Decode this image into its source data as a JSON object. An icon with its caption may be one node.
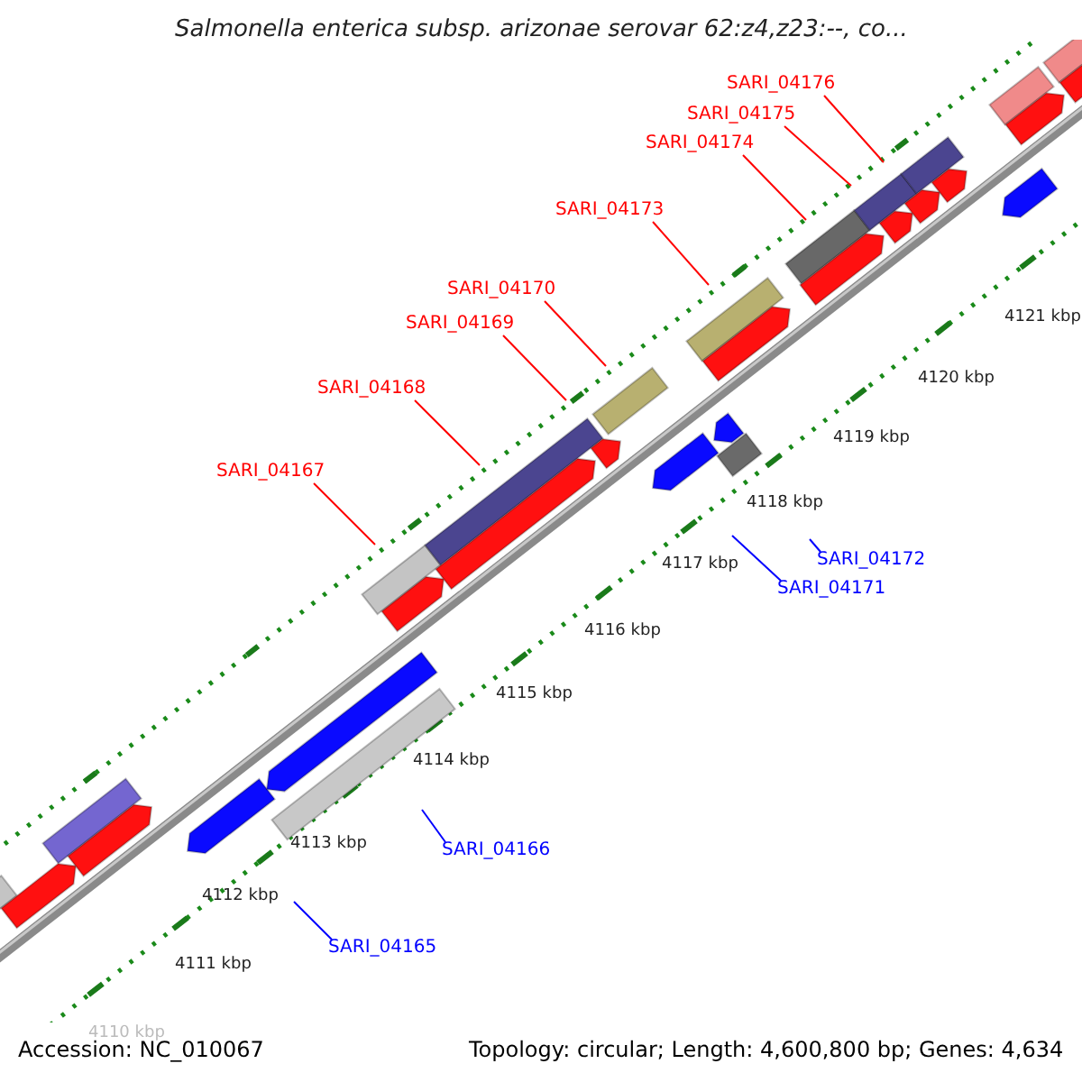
{
  "diagram": {
    "title": "Salmonella enterica subsp. arizonae serovar 62:z4,z23:--, co...",
    "nodes": [
      {
        "text": [
          "SARI_04176"
        ]
      },
      {
        "text": [
          "SARI_04175"
        ]
      },
      {
        "text": [
          "SARI_04174"
        ]
      },
      {
        "text": [
          "SARI_04173"
        ]
      },
      {
        "text": [
          "SARI_04170"
        ]
      },
      {
        "text": [
          "SARI_04169"
        ]
      },
      {
        "text": [
          "SARI_04168"
        ]
      },
      {
        "text": [
          "SARI_04167"
        ]
      },
      {
        "text": [
          "SARI_04172"
        ]
      },
      {
        "text": [
          "SARI_04171"
        ]
      },
      {
        "text": [
          "SARI_04166"
        ]
      },
      {
        "text": [
          "SARI_04165"
        ]
      }
    ],
    "edges": [
      {
        "from": 0,
        "to": null,
        "arrow": "none"
      },
      {
        "from": 1,
        "to": null,
        "arrow": "none"
      },
      {
        "from": 2,
        "to": null,
        "arrow": "none"
      },
      {
        "from": 3,
        "to": null,
        "arrow": "none"
      },
      {
        "from": 4,
        "to": null,
        "arrow": "none"
      },
      {
        "from": 5,
        "to": null,
        "arrow": "none"
      },
      {
        "from": 6,
        "to": null,
        "arrow": "none"
      },
      {
        "from": 7,
        "to": null,
        "arrow": "none"
      },
      {
        "from": 8,
        "to": null,
        "arrow": "none",
        "color": "#0000ff"
      },
      {
        "from": 9,
        "to": null,
        "arrow": "none",
        "color": "#0000ff"
      },
      {
        "from": 10,
        "to": null,
        "arrow": "none",
        "color": "#0000ff"
      },
      {
        "from": 11,
        "to": null,
        "arrow": "none",
        "color": "#0000ff"
      }
    ],
    "labels": [
      "4121 kbp",
      "4120 kbp",
      "4119 kbp",
      "4118 kbp",
      "4117 kbp",
      "4116 kbp",
      "4115 kbp",
      "4114 kbp",
      "4113 kbp",
      "4112 kbp",
      "4111 kbp",
      "4110 kbp",
      "Accession: NC_010067",
      "Topology: circular; Length: 4,600,800 bp; Genes: 4,634"
    ]
  }
}
